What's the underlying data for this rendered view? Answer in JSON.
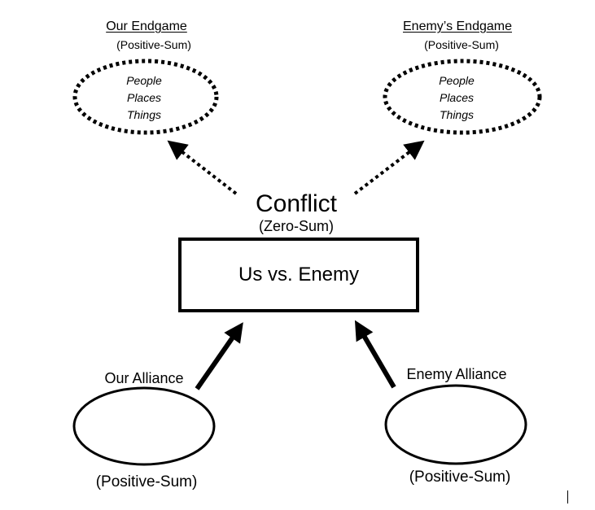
{
  "colors": {
    "stroke": "#000000",
    "background": "#ffffff",
    "text": "#000000"
  },
  "our_endgame": {
    "title": "Our Endgame",
    "subtitle": "(Positive-Sum)",
    "items": [
      "People",
      "Places",
      "Things"
    ]
  },
  "enemy_endgame": {
    "title": "Enemy’s Endgame",
    "subtitle": "(Positive-Sum)",
    "items": [
      "People",
      "Places",
      "Things"
    ]
  },
  "conflict": {
    "title": "Conflict",
    "subtitle": "(Zero-Sum)",
    "box_label": "Us vs. Enemy"
  },
  "our_alliance": {
    "label": "Our Alliance",
    "subtitle": "(Positive-Sum)"
  },
  "enemy_alliance": {
    "label": "Enemy Alliance",
    "subtitle": "(Positive-Sum)"
  }
}
